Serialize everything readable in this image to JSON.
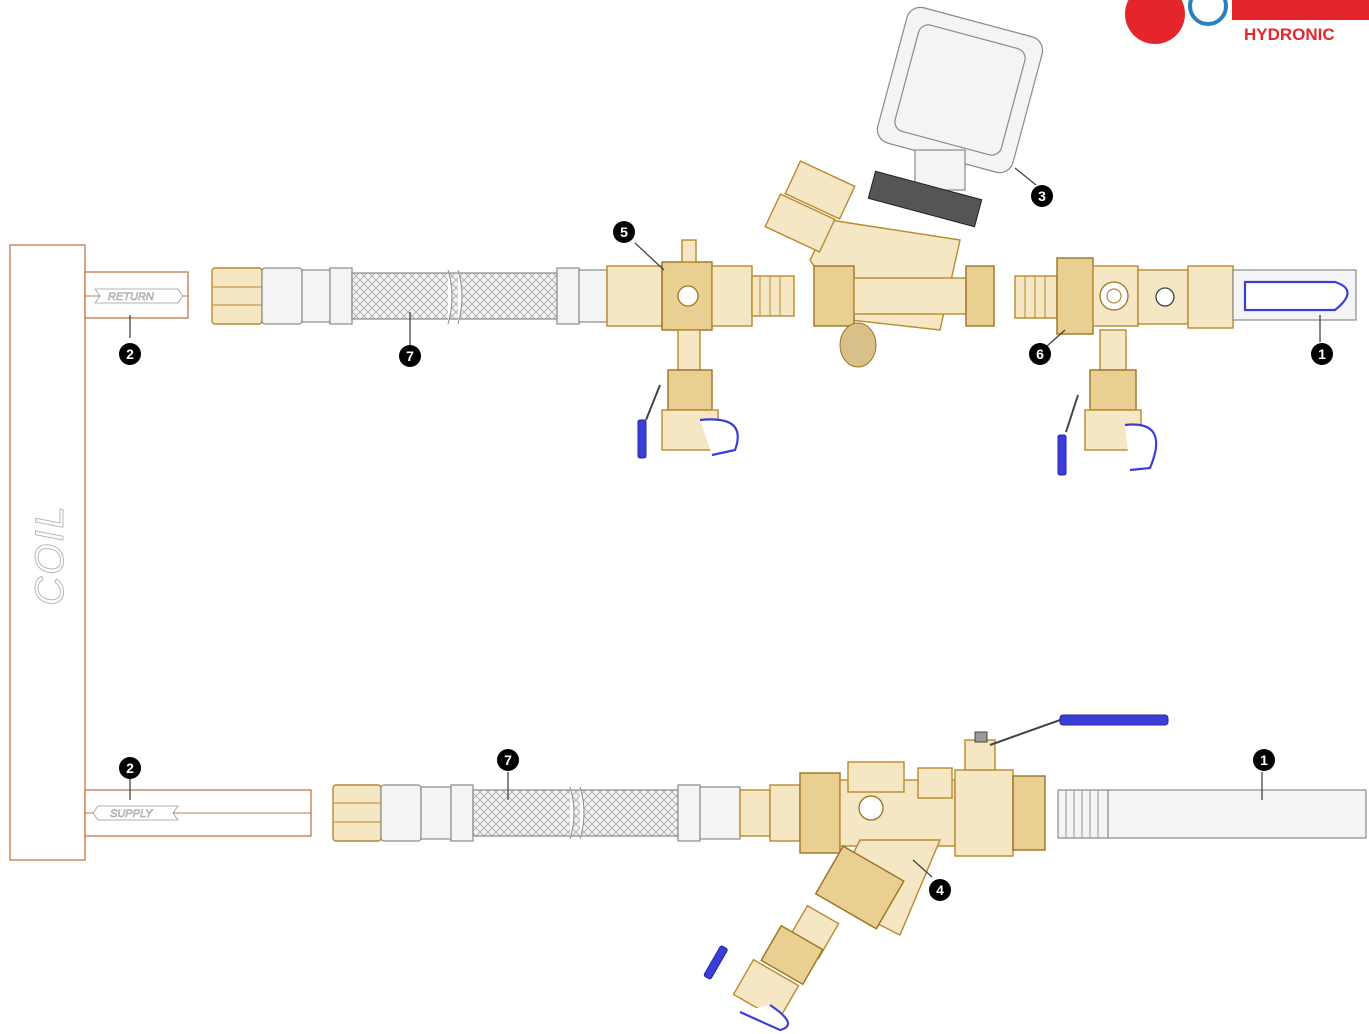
{
  "coil": {
    "label": "COIL"
  },
  "pipes": {
    "return_label": "RETURN",
    "supply_label": "SUPPLY"
  },
  "logo": {
    "text": "HYDRONIC"
  },
  "callouts": [
    {
      "id": "c1a",
      "number": "1"
    },
    {
      "id": "c1b",
      "number": "1"
    },
    {
      "id": "c2a",
      "number": "2"
    },
    {
      "id": "c2b",
      "number": "2"
    },
    {
      "id": "c3",
      "number": "3"
    },
    {
      "id": "c4",
      "number": "4"
    },
    {
      "id": "c5",
      "number": "5"
    },
    {
      "id": "c6",
      "number": "6"
    },
    {
      "id": "c7a",
      "number": "7"
    },
    {
      "id": "c7b",
      "number": "7"
    }
  ],
  "colors": {
    "brass": "#f6e7c4",
    "copper": "#c47a45",
    "handle": "#3b3ed6",
    "brand": "#e4262c"
  }
}
